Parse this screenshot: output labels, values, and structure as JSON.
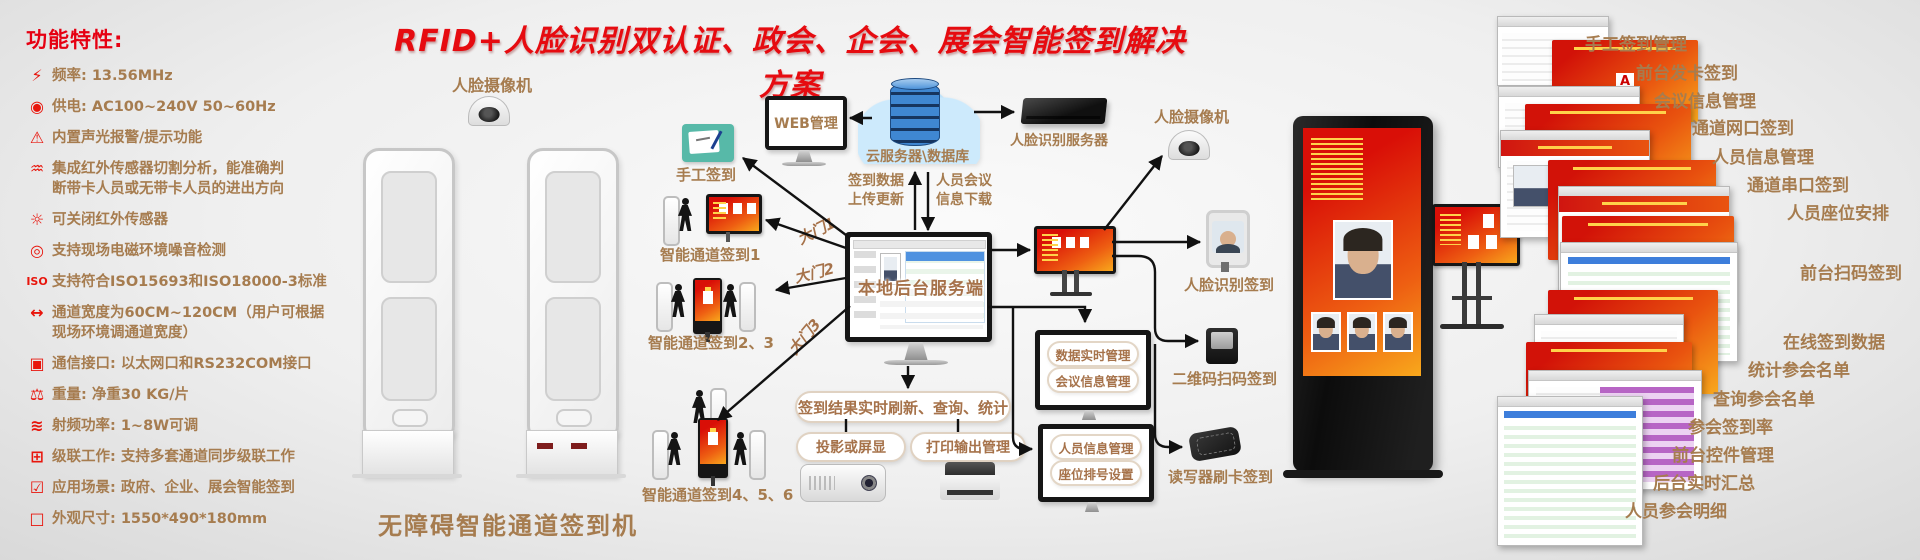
{
  "title": "RFID+人脸识别双认证、政会、企会、展会智能签到解决方案",
  "features": {
    "heading": "功能特性:",
    "items": [
      {
        "icon": "pulse-icon",
        "glyph": "⚡",
        "lines": [
          "频率: 13.56MHz"
        ]
      },
      {
        "icon": "power-icon",
        "glyph": "◉",
        "lines": [
          "供电: AC100~240V  50~60Hz"
        ]
      },
      {
        "icon": "alarm-icon",
        "glyph": "⚠",
        "lines": [
          "内置声光报警/提示功能"
        ]
      },
      {
        "icon": "ir-sensor-icon",
        "glyph": "♒",
        "lines": [
          "集成红外传感器切割分析，能准确判",
          "断带卡人员或无带卡人员的进出方向"
        ]
      },
      {
        "icon": "ir-toggle-icon",
        "glyph": "☼",
        "lines": [
          "可关闭红外传感器"
        ]
      },
      {
        "icon": "noise-detect-icon",
        "glyph": "◎",
        "lines": [
          "支持现场电磁环境噪音检测"
        ]
      },
      {
        "icon": "iso-icon",
        "glyph": "ISO",
        "lines": [
          "支持符合ISO15693和ISO18000-3标准"
        ]
      },
      {
        "icon": "channel-width-icon",
        "glyph": "↔",
        "lines": [
          "通道宽度为60CM~120CM（用户可根据",
          "现场环境调通道宽度）"
        ]
      },
      {
        "icon": "port-icon",
        "glyph": "▣",
        "lines": [
          "通信接口: 以太网口和RS232COM接口"
        ]
      },
      {
        "icon": "weight-icon",
        "glyph": "⚖",
        "lines": [
          "重量: 净重30 KG/片"
        ]
      },
      {
        "icon": "rf-power-icon",
        "glyph": "≋",
        "lines": [
          "射频功率: 1~8W可调"
        ]
      },
      {
        "icon": "cascade-icon",
        "glyph": "⊞",
        "lines": [
          "级联工作: 支持多套通道同步级联工作"
        ]
      },
      {
        "icon": "scene-icon",
        "glyph": "☑",
        "lines": [
          "应用场景: 政府、企业、展会智能签到"
        ]
      },
      {
        "icon": "size-icon",
        "glyph": "□",
        "lines": [
          "外观尺寸: 1550*490*180mm"
        ]
      }
    ]
  },
  "gate_unit": {
    "camera_label": "人脸摄像机",
    "caption": "无障碍智能通道签到机"
  },
  "flow": {
    "manual_signin": "手工签到",
    "web_mgmt": "WEB管理",
    "cloud": "云服务器\\数据库",
    "face_server": "人脸识别服务器",
    "upload_lines": [
      "签到数据",
      "上传更新"
    ],
    "download_lines": [
      "人员会议",
      "信息下载"
    ],
    "local_server": "本地后台服务端",
    "gate1": "智能通道签到1",
    "gate23": "智能通道签到2、3",
    "gate456": "智能通道签到4、5、6",
    "door1": "大门1",
    "door2": "大门2",
    "door3": "大门3",
    "result_box": "签到结果实时刷新、查询、统计",
    "projection_box": "投影或屏显",
    "print_box": "打印输出管理",
    "data_mgmt_pills": [
      "数据实时管理",
      "会议信息管理"
    ],
    "person_mgmt_pills": [
      "人员信息管理",
      "座位排号设置"
    ],
    "face_camera": "人脸摄像机",
    "face_signin": "人脸识别签到",
    "qr_signin": "二维码扫码签到",
    "reader_signin": "读写器刷卡签到"
  },
  "right_panel": {
    "labels": [
      "手工签到管理",
      "前台发卡签到",
      "会议信息管理",
      "通道网口签到",
      "人员信息管理",
      "通道串口签到",
      "人员座位安排",
      "前台扫码签到",
      "在线签到数据",
      "统计参会名单",
      "查询参会名单",
      "参会签到率",
      "前台控件管理",
      "后台实时汇总",
      "人员参会明细"
    ]
  },
  "colors": {
    "accent_red": "#e60012",
    "label_brown": "#a67c4f",
    "screen_red": "#d90f07",
    "screen_orange": "#f8a81c",
    "cloud_blue": "#bfe3fa",
    "db_blue": "#3f87d2"
  }
}
